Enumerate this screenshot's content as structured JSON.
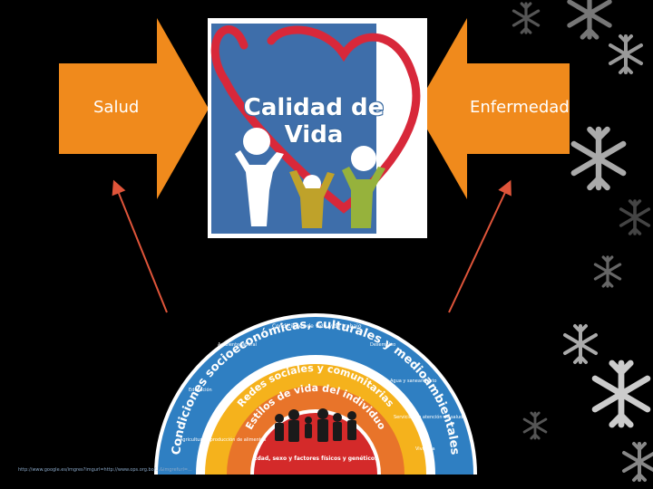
{
  "left_arrow": {
    "label": "Salud"
  },
  "right_arrow": {
    "label": "Enfermedad"
  },
  "center_image": {
    "title": "Calidad de Vida"
  },
  "rainbow": {
    "outer_band": "Condiciones socioeconómicas, culturales y medioambientales",
    "outer_items": [
      "Agricultura y producción de alimentos",
      "Educación",
      "Ambiente laboral",
      "Condiciones de vida y de trabajo",
      "Desempleo",
      "Agua y saneamiento",
      "Servicios de atención de salud",
      "Vivienda"
    ],
    "band2": "Redes sociales y comunitarias",
    "band3": "Estilos de vida del individuo",
    "core": "Edad, sexo y factores físicos y genéticos"
  },
  "footer": {
    "citation": "http://www.google.es/imgres?imgurl=http://www.ops.org.bo/...&imgrefurl=..."
  },
  "colors": {
    "arrow": "#f08a1c",
    "blue_panel": "#3e6eaa",
    "heart": "#d8283a",
    "outer_band": "#2f7fc2",
    "band2": "#f5b21c",
    "band3": "#e8742a",
    "core": "#d42a2a"
  }
}
